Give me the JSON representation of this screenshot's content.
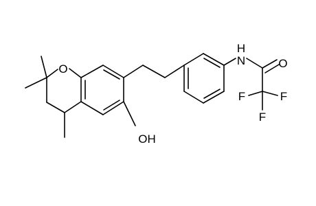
{
  "molecule": {
    "atom_labels": {
      "oxygen_ring": "O",
      "hydroxyl": "OH",
      "amide_nitrogen": "N",
      "amide_hydrogen": "H",
      "carbonyl_oxygen": "O",
      "fluorine_1": "F",
      "fluorine_2": "F",
      "fluorine_3": "F"
    }
  },
  "colors": {
    "bond": "#000000",
    "text": "#000000",
    "background": "#ffffff"
  }
}
